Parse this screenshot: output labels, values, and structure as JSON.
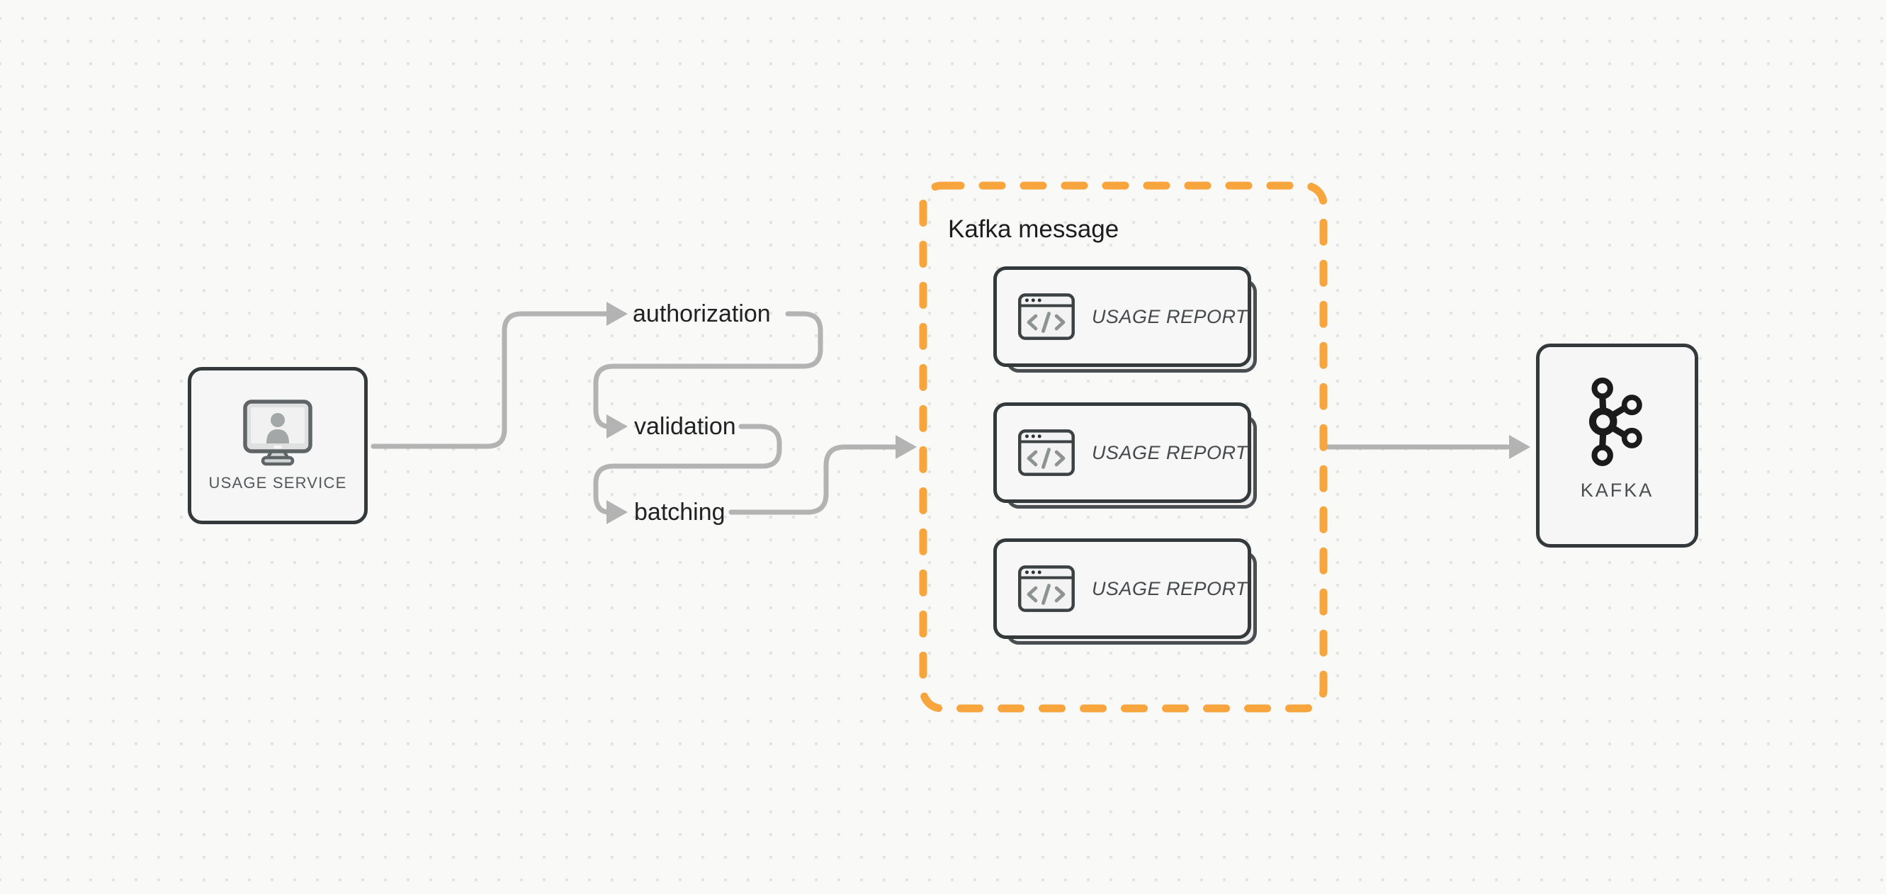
{
  "canvas": {
    "background": "#f9f9f8",
    "dot_color": "#e2e2e2"
  },
  "palette": {
    "node_border": "#34393c",
    "node_fill": "#f5f6f5",
    "card_fill": "#f6f7f6",
    "card_shadow_fill": "#ecedec",
    "card_shadow_border": "#4a4e50",
    "arrow_gray": "#b3b3b3",
    "accent_orange": "#f7a53c",
    "dark_text": "#1f2123",
    "muted_text": "#54585a"
  },
  "source_node": {
    "label": "USAGE SERVICE",
    "icon": "monitor-user-icon"
  },
  "pipeline_steps": [
    {
      "label": "authorization"
    },
    {
      "label": "validation"
    },
    {
      "label": "batching"
    }
  ],
  "message_group": {
    "title": "Kafka message",
    "cards": [
      {
        "label": "USAGE REPORT",
        "icon": "code-window-icon"
      },
      {
        "label": "USAGE REPORT",
        "icon": "code-window-icon"
      },
      {
        "label": "USAGE REPORT",
        "icon": "code-window-icon"
      }
    ]
  },
  "sink_node": {
    "label": "KAFKA",
    "icon": "kafka-logo-icon"
  }
}
